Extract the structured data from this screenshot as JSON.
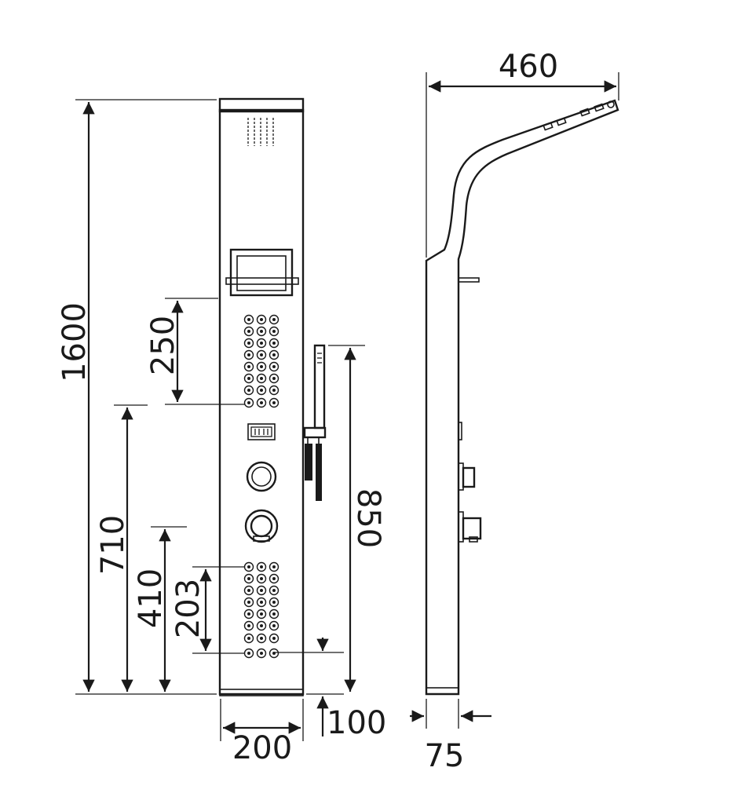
{
  "front_view": {
    "dimensions": {
      "total_height": "1600",
      "upper_jets_span": "250",
      "upper_jets_height": "710",
      "lower_jets_top_height": "410",
      "lower_jets_span": "203",
      "base_offset": "100",
      "hand_shower_height": "850",
      "panel_width": "200"
    }
  },
  "side_view": {
    "dimensions": {
      "head_projection": "460",
      "panel_depth": "75"
    }
  }
}
